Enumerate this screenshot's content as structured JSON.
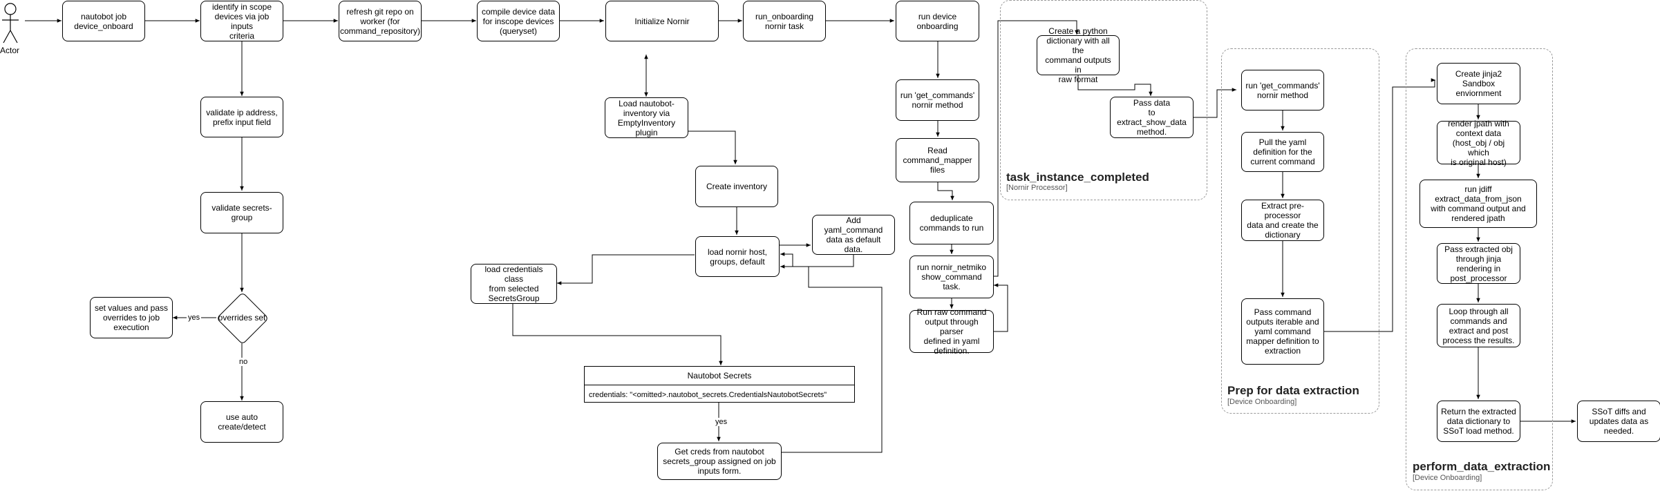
{
  "actor": {
    "label": "Actor"
  },
  "nodes": {
    "job": "nautobot job\ndevice_onboard",
    "identify": "identify in scope\ndevices via job inputs\ncriteria",
    "refresh": "refresh git repo on\nworker (for\ncommand_repository)",
    "compile": "compile device data\nfor inscope devices\n(queryset)",
    "init_nornir": "Initialize Nornir",
    "run_onboarding": "run_onboarding\nnornir task",
    "run_device_onboarding": "run device\nonboarding",
    "validate_ip": "validate ip address,\nprefix input field",
    "validate_secrets": "validate secrets-\ngroup",
    "set_values": "set values and pass\noverrides to job\nexecution",
    "use_auto": "use auto\ncreate/detect",
    "load_inventory": "Load nautobot-\ninventory via\nEmptyInventory\nplugin",
    "create_inventory": "Create inventory",
    "load_nornir_host": "load nornir host,\ngroups, default",
    "add_yaml": "Add yaml_command\ndata as default data.",
    "load_credentials": "load credentials class\nfrom selected\nSecretsGroup",
    "get_creds": "Get creds from nautobot\nsecrets_group assigned on job\ninputs form.",
    "run_get_commands": "run 'get_commands'\nnornir method",
    "read_mapper": "Read\ncommand_mapper\nfiles",
    "dedupe": "deduplicate\ncommands to run",
    "run_netmiko": "run nornir_netmiko\nshow_command task.",
    "run_raw": "Run raw command\noutput through parser\ndefined in yaml\ndefinition.",
    "create_dict": "Create a python\ndictionary with all the\ncommand outputs in\nraw format",
    "pass_data": "Pass data\nto extract_show_data\nmethod.",
    "prep_get_commands": "run 'get_commands'\nnornir method",
    "pull_yaml": "Pull the yaml\ndefinition for the\ncurrent command",
    "extract_pre": "Extract pre-processor\ndata and create the\ndictionary",
    "pass_command": "Pass command\noutputs iterable and\nyaml command\nmapper definition to\nextraction",
    "create_jinja": "Create jinja2\nSandbox enviornment",
    "render_jpath": "render jpath with\ncontext data\n(host_obj / obj which\nis original host)",
    "run_jdiff": "run jdiff extract_data_from_json\nwith command output and\nrendered jpath",
    "pass_extracted": "Pass extracted obj\nthrough jinja\nrendering in\npost_processor",
    "loop": "Loop through all\ncommands and\nextract and post\nprocess the results.",
    "return_dict": "Return the extracted\ndata dictionary to\nSSoT load method.",
    "ssot": "SSoT diffs and\nupdates data as\nneeded."
  },
  "decision": {
    "label": "overrides set"
  },
  "secrets_table": {
    "title": "Nautobot Secrets",
    "row": "credentials: \"<omitted>.nautobot_secrets.CredentialsNautobotSecrets\""
  },
  "edge_labels": {
    "yes_left": "yes",
    "no": "no",
    "yes_down": "yes"
  },
  "groups": {
    "task_instance": {
      "title": "task_instance_completed",
      "subtitle": "[Nornir Processor]"
    },
    "prep": {
      "title": "Prep for data extraction",
      "subtitle": "[Device Onboarding]"
    },
    "perform": {
      "title": "perform_data_extraction",
      "subtitle": "[Device Onboarding]"
    }
  }
}
